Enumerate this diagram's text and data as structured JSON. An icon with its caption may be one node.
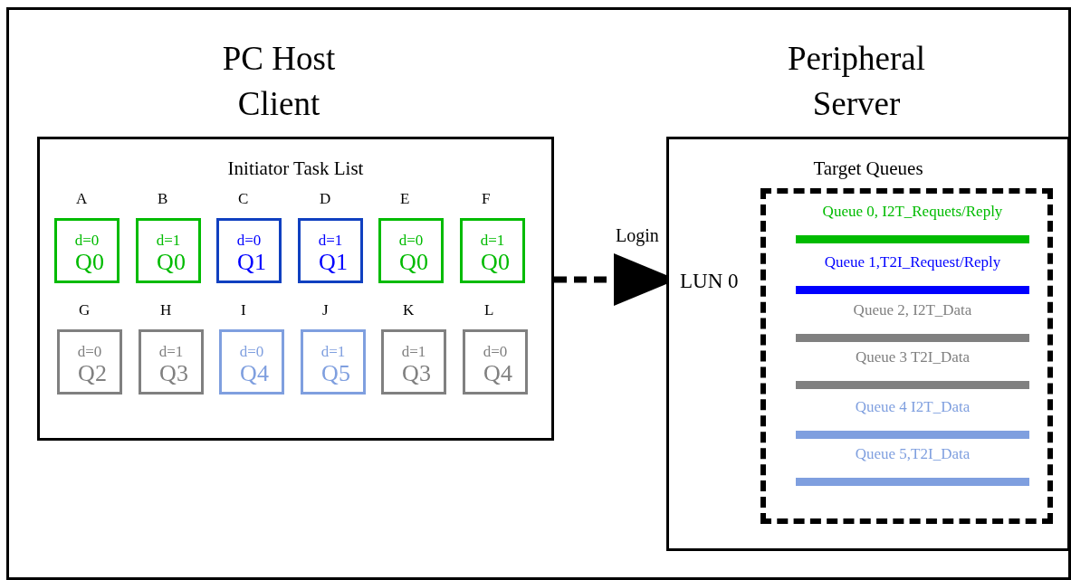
{
  "diagram": {
    "nodes": [
      {
        "text": [
          "Initiator Task List"
        ]
      },
      {
        "text": [
          "d=0",
          "Q0"
        ],
        "beside": [
          "A"
        ],
        "in": 0
      },
      {
        "text": [
          "d=1",
          "Q0"
        ],
        "beside": [
          "B"
        ],
        "in": 0
      },
      {
        "text": [
          "d=0",
          "Q1"
        ],
        "beside": [
          "C"
        ],
        "in": 0
      },
      {
        "text": [
          "d=1",
          "Q1"
        ],
        "beside": [
          "D"
        ],
        "in": 0
      },
      {
        "text": [
          "d=0",
          "Q0"
        ],
        "beside": [
          "E"
        ],
        "in": 0
      },
      {
        "text": [
          "d=1",
          "Q0"
        ],
        "beside": [
          "F"
        ],
        "in": 0
      },
      {
        "text": [
          "d=0",
          "Q2"
        ],
        "beside": [
          "G"
        ],
        "in": 0
      },
      {
        "text": [
          "d=1",
          "Q3"
        ],
        "beside": [
          "H"
        ],
        "in": 0
      },
      {
        "text": [
          "d=0",
          "Q4"
        ],
        "beside": [
          "I"
        ],
        "in": 0
      },
      {
        "text": [
          "d=1",
          "Q5"
        ],
        "beside": [
          "J"
        ],
        "in": 0
      },
      {
        "text": [
          "d=1",
          "Q3"
        ],
        "beside": [
          "K"
        ],
        "in": 0
      },
      {
        "text": [
          "d=0",
          "Q4"
        ],
        "beside": [
          "L"
        ],
        "in": 0
      },
      {
        "text": [
          "Target Queues"
        ]
      },
      {
        "text": [
          "LUN 0"
        ],
        "in": 13
      },
      {
        "text": [],
        "shape": "box",
        "in": 13
      },
      {
        "text": [
          "Queue 0, I2T_Requets/Reply"
        ],
        "in": 15
      },
      {
        "text": [
          "Queue 1,T2I_Request/Reply"
        ],
        "in": 15
      },
      {
        "text": [
          "Queue 2, I2T_Data"
        ],
        "in": 15
      },
      {
        "text": [
          "Queue 3 T2I_Data"
        ],
        "in": 15
      },
      {
        "text": [
          "Queue 4 I2T_Data"
        ],
        "in": 15
      },
      {
        "text": [
          "Queue 5,T2I_Data"
        ],
        "in": 15
      }
    ],
    "edges": [
      {
        "from": 0,
        "to": 14,
        "arrow": "to",
        "label": "Login",
        "style": "dashed"
      }
    ],
    "labels": [
      "PC Host Client",
      "Peripheral Server"
    ]
  }
}
